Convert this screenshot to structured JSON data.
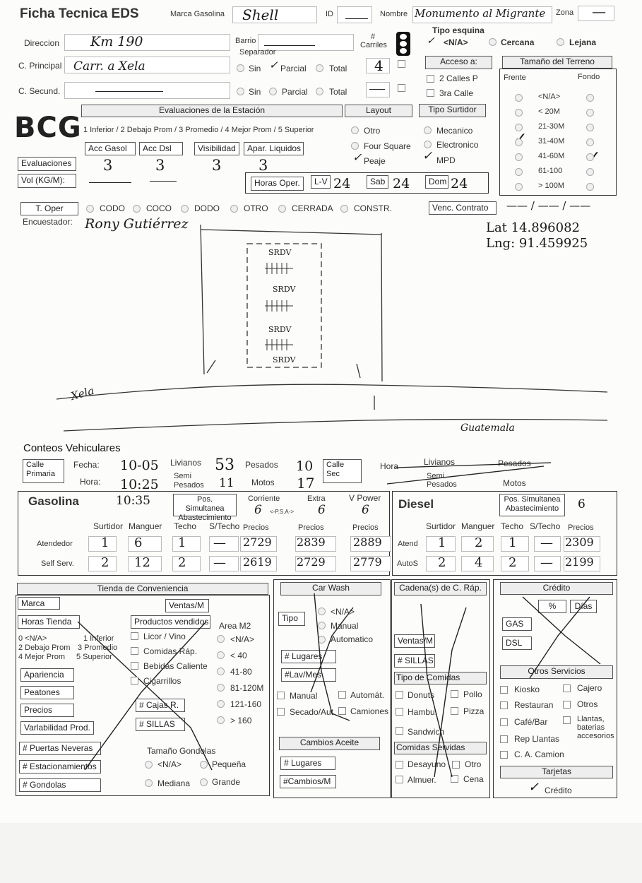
{
  "header": {
    "title": "Ficha Tecnica EDS",
    "marca_label": "Marca Gasolina",
    "marca_value": "Shell",
    "id_label": "ID",
    "nombre_label": "Nombre",
    "nombre_value": "Monumento al Migrante",
    "zona_label": "Zona",
    "zona_value": "—"
  },
  "location": {
    "direccion_label": "Direccion",
    "direccion_value": "Km 190",
    "barrio_label": "Barrio",
    "carriles_label": "# Carriles",
    "tipo_esquina_label": "Tipo esquina",
    "esquina_options": [
      "<N/A>",
      "Cercana",
      "Lejana"
    ],
    "cprincipal_label": "C. Principal",
    "cprincipal_value": "Carr. a Xela",
    "separador_label": "Separador",
    "sep_options": [
      "Sin",
      "Parcial",
      "Total"
    ],
    "carriles_value": "4",
    "csecund_label": "C. Secund.",
    "csecund_value": "———",
    "carriles2_value": "—"
  },
  "acceso": {
    "label": "Acceso a:",
    "options": [
      "2 Calles P",
      "3ra Calle"
    ]
  },
  "terreno": {
    "label": "Tamaño del Terreno",
    "frente": "Frente",
    "fondo": "Fondo",
    "options": [
      "<N/A>",
      "< 20M",
      "21-30M",
      "31-40M",
      "41-60M",
      "61-100",
      "> 100M"
    ]
  },
  "eval": {
    "logo": "BCG",
    "label": "Evaluaciones de la Estación",
    "scale": "1 Inferior / 2 Debajo Prom / 3 Promedio / 4 Mejor Prom / 5 Superior",
    "cols": [
      "Acc Gasol",
      "Acc Dsl",
      "Visibilidad",
      "Apar. Liquidos"
    ],
    "row_label": "Evaluaciones",
    "values": [
      "3",
      "3",
      "3",
      "3"
    ],
    "vol_label": "Vol (KG/M):",
    "vol_values": [
      "———",
      "———"
    ]
  },
  "layout": {
    "label": "Layout",
    "options": [
      "Otro",
      "Four Square",
      "Peaje"
    ]
  },
  "surtidor": {
    "label": "Tipo Surtidor",
    "options": [
      "Mecanico",
      "Electronico",
      "MPD"
    ]
  },
  "horas": {
    "label": "Horas Oper.",
    "lv_label": "L-V",
    "lv": "24",
    "sab_label": "Sab",
    "sab": "24",
    "dom_label": "Dom",
    "dom": "24"
  },
  "toper": {
    "label": "T. Oper",
    "options": [
      "CODO",
      "COCO",
      "DODO",
      "OTRO",
      "CERRADA",
      "CONSTR."
    ],
    "venc_label": "Venc. Contrato",
    "venc_value": "—— / —— / ——"
  },
  "encuestador": {
    "label": "Encuestador:",
    "value": "Rony Gutiérrez",
    "lat": "Lat 14.896082",
    "lng": "Lng: 91.459925"
  },
  "sketch": {
    "pump_labels": [
      "SRDV",
      "SRDV",
      "SRDV",
      "SRDV"
    ],
    "left_label": "Xela",
    "right_label": "Guatemala"
  },
  "conteos": {
    "title": "Conteos Vehiculares",
    "calle_primaria": "Calle Primaria",
    "fecha_label": "Fecha:",
    "fecha": "10-05",
    "hora_label": "Hora:",
    "hora": "10:25",
    "livianos_label": "Livianos",
    "livianos": "53",
    "semi_label": "Semi Pesados",
    "semi": "11",
    "pesados_label": "Pesados",
    "pesados": "10",
    "motos_label": "Motos",
    "motos": "17",
    "calle_sec": "Calle Sec",
    "hora2_label": "Hora",
    "livianos2": "Livianos",
    "pesados2": "Pesados",
    "semi2": "Semi Pesados",
    "motos2": "Motos"
  },
  "gasolina": {
    "title": "Gasolina",
    "time": "10:35",
    "pos_label": "Pos. Simultanea Abastecimiento",
    "corriente": "Corriente",
    "extra": "Extra",
    "vpower": "V Power",
    "corr_v": "6",
    "psa": "<-P.S.A->",
    "extra_v": "6",
    "vp_v": "6",
    "cols": [
      "Surtidor",
      "Manguer",
      "Techo",
      "S/Techo",
      "Precios",
      "Precios",
      "Precios"
    ],
    "aten_label": "Atendedor",
    "aten": [
      "1",
      "6",
      "1",
      "—",
      "2729",
      "2839",
      "2889"
    ],
    "self_label": "Self Serv.",
    "self": [
      "2",
      "12",
      "2",
      "—",
      "2619",
      "2729",
      "2779"
    ]
  },
  "diesel": {
    "title": "Diesel",
    "pos_label": "Pos. Simultanea Abastecimiento",
    "pos_v": "6",
    "cols": [
      "Surtidor",
      "Manguer",
      "Techo",
      "S/Techo",
      "Precios"
    ],
    "aten_label": "Atend",
    "aten": [
      "1",
      "2",
      "1",
      "—",
      "2309"
    ],
    "auto_label": "AutoS",
    "auto": [
      "2",
      "4",
      "2",
      "—",
      "2199"
    ]
  },
  "tienda": {
    "title": "Tienda de Conveniencia",
    "marca": "Marca",
    "ventas": "Ventas/M",
    "horas": "Horas Tienda",
    "productos": "Productos vendidos",
    "area": "Area M2",
    "scale": [
      "0 <N/A>",
      "1 Inferior",
      "2 Debajo Prom",
      "3 Promedio",
      "4 Mejor Prom",
      "5 Superior"
    ],
    "prod_opts": [
      "Licor / Vino",
      "Comidas Ráp.",
      "Bebidas Caliente",
      "Cigarrillos"
    ],
    "area_opts": [
      "<N/A>",
      "< 40",
      "41-80",
      "81-120M",
      "121-160",
      "> 160"
    ],
    "eval_rows": [
      "Apariencia",
      "Peatones",
      "Precios",
      "Varlabilidad Prod."
    ],
    "cajas": "# Cajas R.",
    "sillas": "# SILLAS",
    "puertas": "# Puertas Neveras",
    "estac": "# Estacionamientos",
    "gondolas": "# Gondolas",
    "tam_gond": "Tamaño Gondolas",
    "gond_opts": [
      "<N/A>",
      "Pequeña",
      "Mediana",
      "Grande"
    ]
  },
  "carwash": {
    "title": "Car Wash",
    "tipo": "Tipo",
    "opts": [
      "<N/A>",
      "Manual",
      "Automatico"
    ],
    "lugares": "# Lugares",
    "lavmes": "#Lav/Mes",
    "checks": [
      "Manual",
      "Automát.",
      "Secado/Aut.",
      "Camiones"
    ],
    "cambios": "Cambios Aceite",
    "lugares2": "# Lugares",
    "cambiosm": "#Cambios/M"
  },
  "cadena": {
    "title": "Cadena(s) de C. Ráp.",
    "ventas": "Ventas/M",
    "sillas": "# SILLAS",
    "tipo": "Tipo de Comidas",
    "opts": [
      "Donuts",
      "Pollo",
      "Hambu.",
      "Pizza",
      "Sandwich"
    ],
    "servidas": "Comidas Servidas",
    "serv_opts": [
      "Desayuno",
      "Otro",
      "Almuer.",
      "Cena"
    ]
  },
  "credito": {
    "title": "Crédito",
    "pct": "%",
    "dias": "Días",
    "gas": "GAS",
    "dsl": "DSL",
    "otros": "Otros Servicios",
    "opts": [
      "Kiosko",
      "Cajero",
      "Restauran",
      "Otros",
      "Café/Bar",
      "Llantas, baterias accesorios",
      "Rep Llantas",
      "C. A. Camion"
    ],
    "tarjetas": "Tarjetas",
    "tarjeta_opt": "Crédito"
  }
}
